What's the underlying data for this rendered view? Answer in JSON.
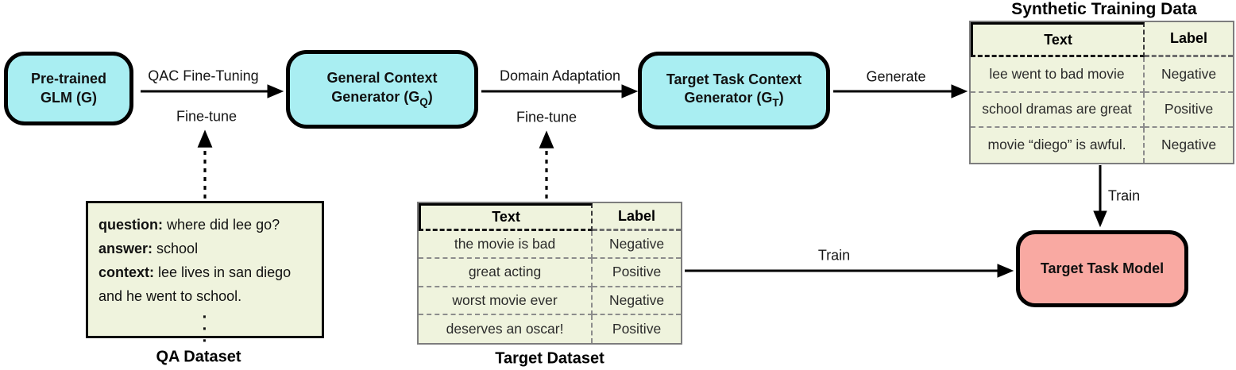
{
  "colors": {
    "cyan": "#a9eef2",
    "pink": "#f9a9a2",
    "panel": "#eff3dd"
  },
  "boxes": {
    "pretrained": {
      "line1": "Pre-trained",
      "line2": "GLM (G)"
    },
    "general_generator": {
      "line1": "General Context",
      "line2_pre": "Generator (G",
      "line2_sub": "Q",
      "line2_post": ")"
    },
    "target_generator": {
      "line1": "Target Task Context",
      "line2_pre": "Generator (G",
      "line2_sub": "T",
      "line2_post": ")"
    },
    "target_model": {
      "label": "Target Task Model"
    }
  },
  "edges": {
    "qac_fine_tuning": "QAC Fine-Tuning",
    "fine_tune_qa": "Fine-tune",
    "domain_adaptation": "Domain Adaptation",
    "fine_tune_target": "Fine-tune",
    "generate": "Generate",
    "train_synthetic": "Train",
    "train_target": "Train"
  },
  "qa_dataset": {
    "caption": "QA Dataset",
    "lines": [
      {
        "key": "question:",
        "text": " where did lee go?"
      },
      {
        "key": "answer:",
        "text": " school"
      },
      {
        "key": "context:",
        "text": " lee lives in san diego and he went to school."
      }
    ],
    "dots": [
      "·",
      "·",
      "·"
    ]
  },
  "synthetic_table": {
    "title": "Synthetic Training Data",
    "headers": [
      "Text",
      "Label"
    ],
    "rows": [
      [
        "lee went to bad movie",
        "Negative"
      ],
      [
        "school dramas are great",
        "Positive"
      ],
      [
        "movie “diego” is awful.",
        "Negative"
      ]
    ]
  },
  "target_table": {
    "caption": "Target Dataset",
    "headers": [
      "Text",
      "Label"
    ],
    "rows": [
      [
        "the movie is bad",
        "Negative"
      ],
      [
        "great acting",
        "Positive"
      ],
      [
        "worst movie ever",
        "Negative"
      ],
      [
        "deserves an oscar!",
        "Positive"
      ]
    ]
  }
}
